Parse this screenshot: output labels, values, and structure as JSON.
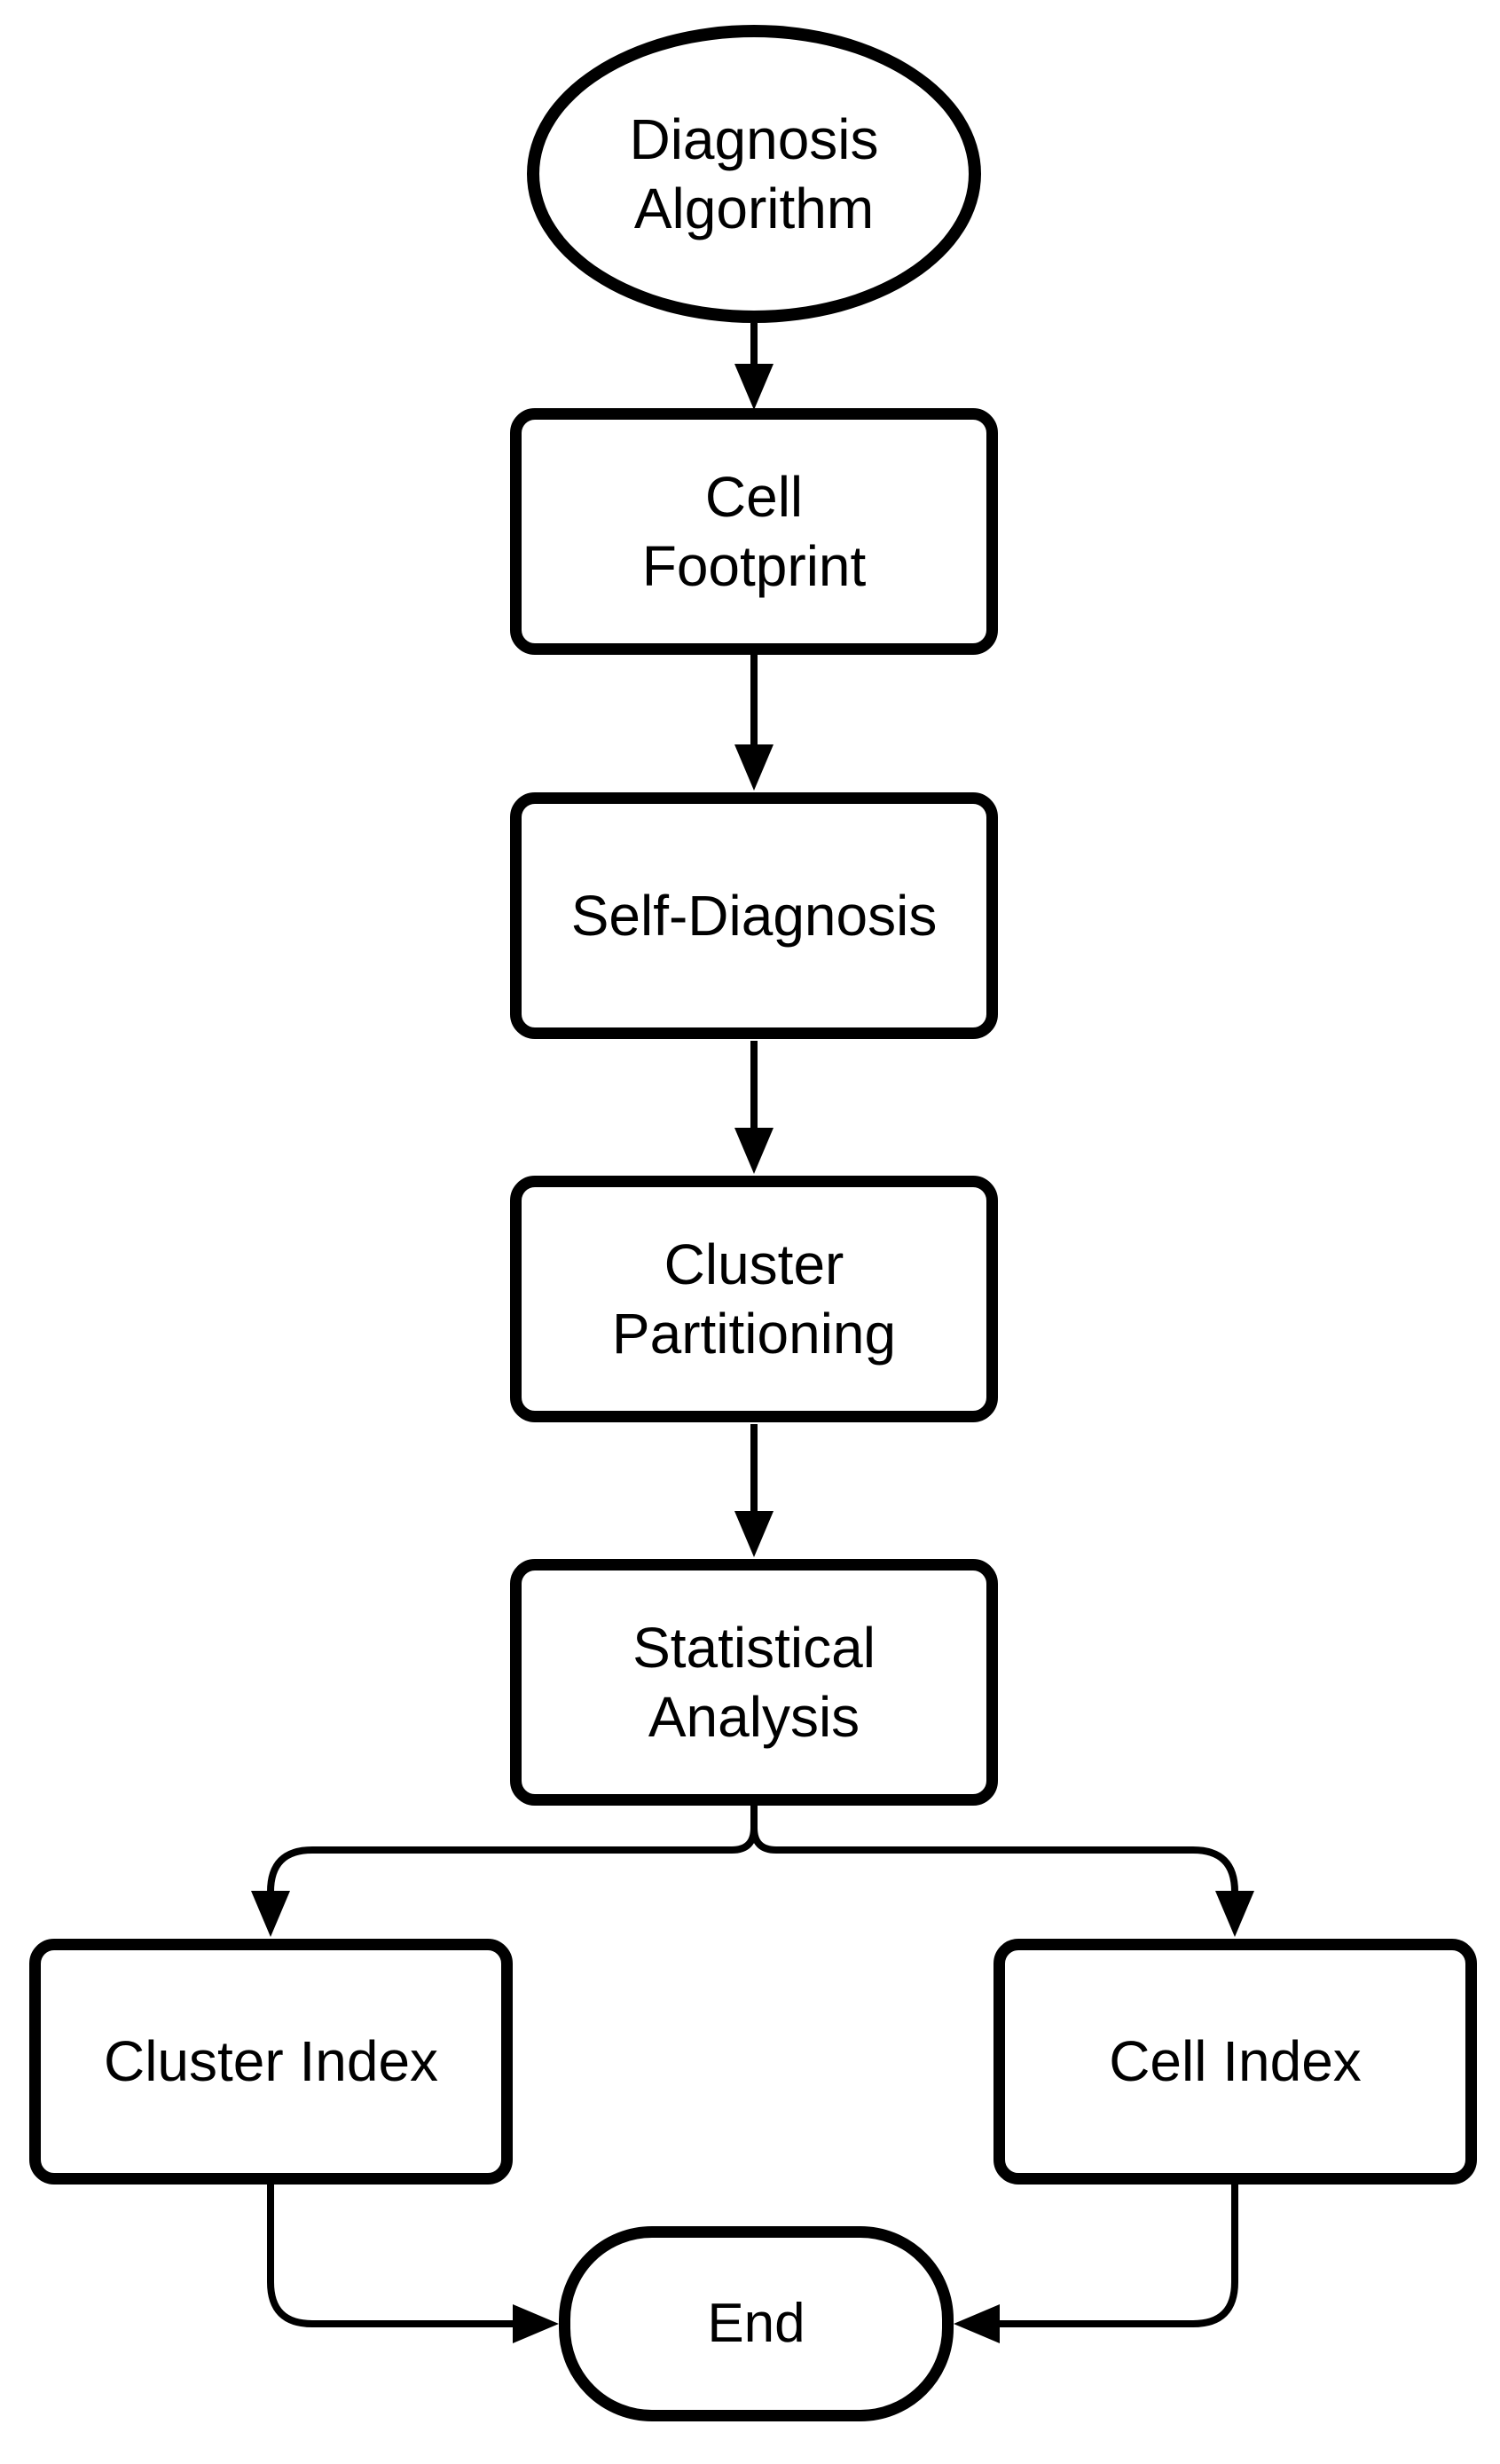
{
  "diagram": {
    "type": "flowchart",
    "colors": {
      "background": "#ffffff",
      "stroke": "#000000",
      "text": "#000000"
    },
    "nodes": [
      {
        "id": "diagnosis-algorithm",
        "shape": "ellipse",
        "label": "Diagnosis\nAlgorithm"
      },
      {
        "id": "cell-footprint",
        "shape": "rect",
        "label": "Cell\nFootprint"
      },
      {
        "id": "self-diagnosis",
        "shape": "rect",
        "label": "Self-Diagnosis"
      },
      {
        "id": "cluster-partitioning",
        "shape": "rect",
        "label": "Cluster\nPartitioning"
      },
      {
        "id": "statistical-analysis",
        "shape": "rect",
        "label": "Statistical\nAnalysis"
      },
      {
        "id": "cluster-index",
        "shape": "rect",
        "label": "Cluster Index"
      },
      {
        "id": "cell-index",
        "shape": "rect",
        "label": "Cell Index"
      },
      {
        "id": "end",
        "shape": "terminator",
        "label": "End"
      }
    ],
    "edges": [
      {
        "from": "diagnosis-algorithm",
        "to": "cell-footprint"
      },
      {
        "from": "cell-footprint",
        "to": "self-diagnosis"
      },
      {
        "from": "self-diagnosis",
        "to": "cluster-partitioning"
      },
      {
        "from": "cluster-partitioning",
        "to": "statistical-analysis"
      },
      {
        "from": "statistical-analysis",
        "to": "cluster-index"
      },
      {
        "from": "statistical-analysis",
        "to": "cell-index"
      },
      {
        "from": "cluster-index",
        "to": "end"
      },
      {
        "from": "cell-index",
        "to": "end"
      }
    ]
  }
}
